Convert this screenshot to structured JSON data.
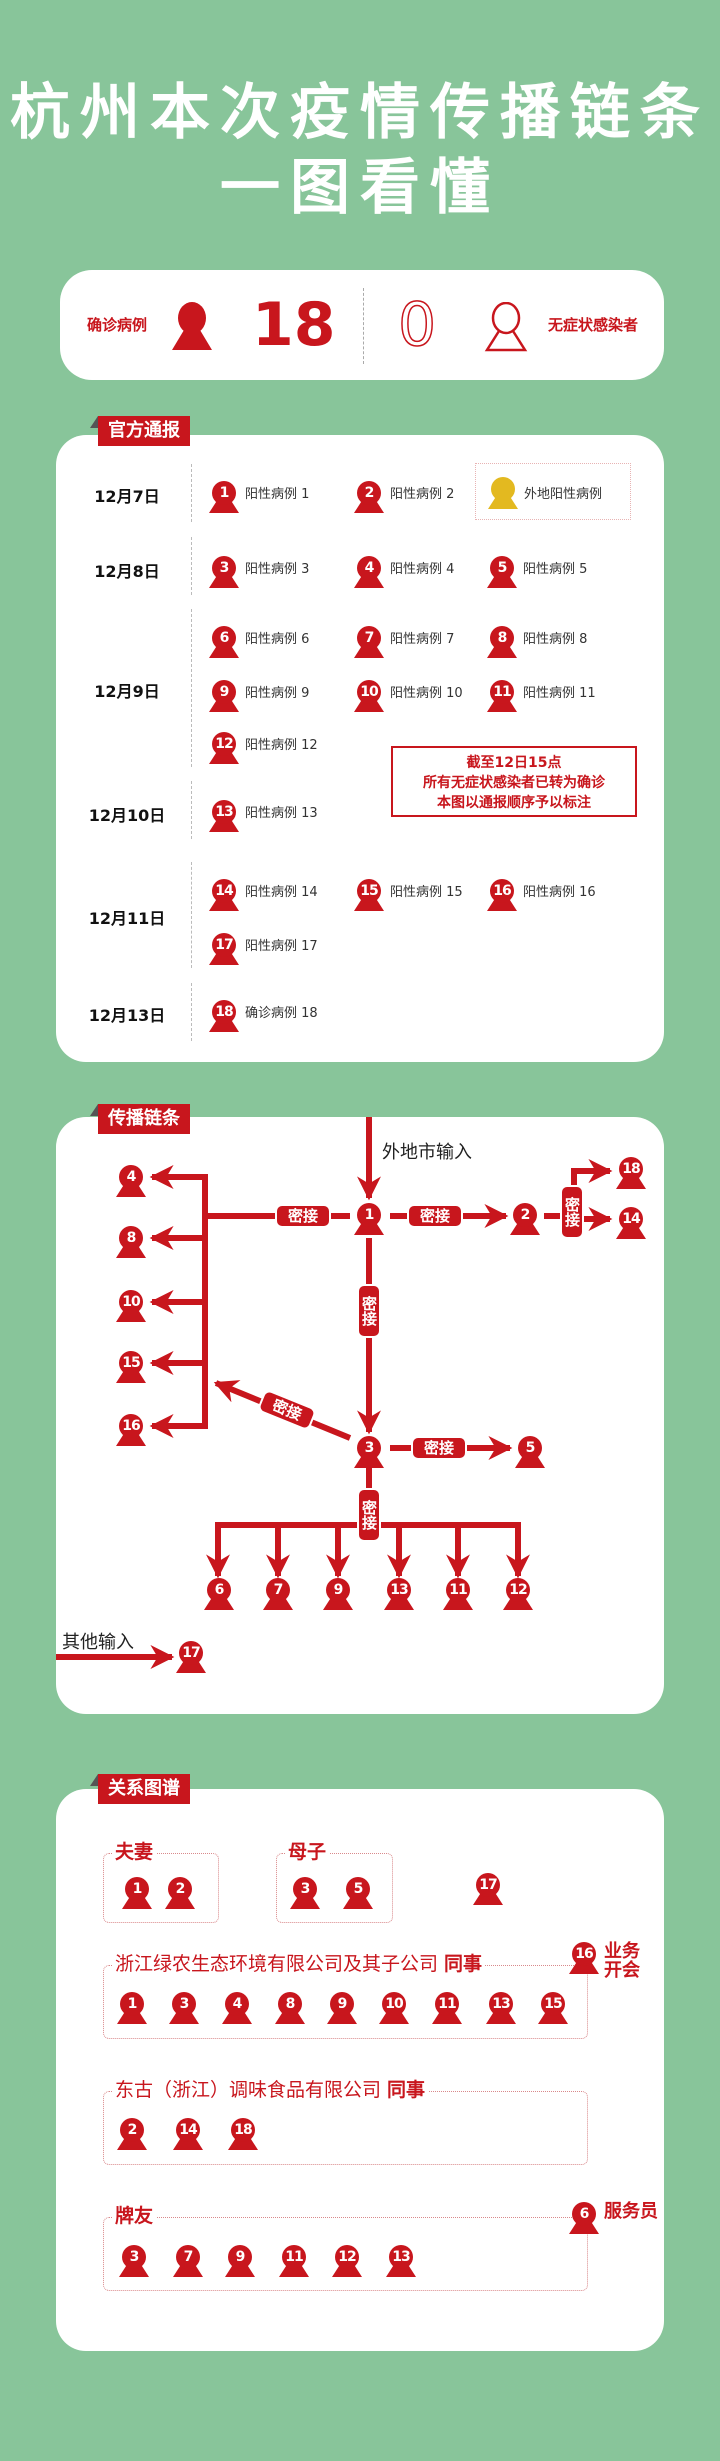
{
  "title": {
    "line1": "杭州本次疫情传播链条",
    "line2": "一图看懂"
  },
  "stats": {
    "confirmed_label": "确诊病例",
    "confirmed_count": "18",
    "asymptomatic_count": "0",
    "asymptomatic_label": "无症状感染者"
  },
  "official": {
    "tag": "官方通报",
    "legend_outside": "外地阳性病例",
    "note": [
      "截至12日15点",
      "所有无症状感染者已转为确诊",
      "本图以通报顺序予以标注"
    ],
    "dates": [
      {
        "date": "12月7日",
        "cases": [
          {
            "num": "1",
            "label": "阳性病例 1"
          },
          {
            "num": "2",
            "label": "阳性病例 2"
          }
        ]
      },
      {
        "date": "12月8日",
        "cases": [
          {
            "num": "3",
            "label": "阳性病例 3"
          },
          {
            "num": "4",
            "label": "阳性病例 4"
          },
          {
            "num": "5",
            "label": "阳性病例 5"
          }
        ]
      },
      {
        "date": "12月9日",
        "cases": [
          {
            "num": "6",
            "label": "阳性病例 6"
          },
          {
            "num": "7",
            "label": "阳性病例 7"
          },
          {
            "num": "8",
            "label": "阳性病例 8"
          },
          {
            "num": "9",
            "label": "阳性病例 9"
          },
          {
            "num": "10",
            "label": "阳性病例 10"
          },
          {
            "num": "11",
            "label": "阳性病例 11"
          },
          {
            "num": "12",
            "label": "阳性病例 12"
          }
        ]
      },
      {
        "date": "12月10日",
        "cases": [
          {
            "num": "13",
            "label": "阳性病例 13"
          }
        ]
      },
      {
        "date": "12月11日",
        "cases": [
          {
            "num": "14",
            "label": "阳性病例 14"
          },
          {
            "num": "15",
            "label": "阳性病例 15"
          },
          {
            "num": "16",
            "label": "阳性病例 16"
          },
          {
            "num": "17",
            "label": "阳性病例 17"
          }
        ]
      },
      {
        "date": "12月13日",
        "cases": [
          {
            "num": "18",
            "label": "确诊病例 18"
          }
        ]
      }
    ]
  },
  "chain": {
    "tag": "传播链条",
    "source_outside": "外地市输入",
    "source_other": "其他输入",
    "contact_label": "密接",
    "nodes": [
      "1",
      "2",
      "3",
      "4",
      "5",
      "6",
      "7",
      "8",
      "9",
      "10",
      "11",
      "12",
      "13",
      "14",
      "15",
      "16",
      "17",
      "18"
    ]
  },
  "relations": {
    "tag": "关系图谱",
    "groups": [
      {
        "label": "夫妻",
        "members": [
          "1",
          "2"
        ]
      },
      {
        "label": "母子",
        "members": [
          "3",
          "5"
        ]
      },
      {
        "label": "浙江绿农生态环境有限公司及其子公司",
        "label_strong": "同事",
        "members": [
          "1",
          "3",
          "4",
          "8",
          "9",
          "10",
          "11",
          "13",
          "15"
        ],
        "side": {
          "num": "16",
          "label": "业务开会"
        }
      },
      {
        "label": "东古（浙江）调味食品有限公司",
        "label_strong": "同事",
        "members": [
          "2",
          "14",
          "18"
        ]
      },
      {
        "label": "牌友",
        "members": [
          "3",
          "7",
          "9",
          "11",
          "12",
          "13"
        ],
        "side": {
          "num": "6",
          "label": "服务员"
        }
      }
    ],
    "standalone": "17"
  },
  "colors": {
    "background": "#88c59a",
    "red": "#c8161d",
    "yellow": "#e3b920"
  }
}
